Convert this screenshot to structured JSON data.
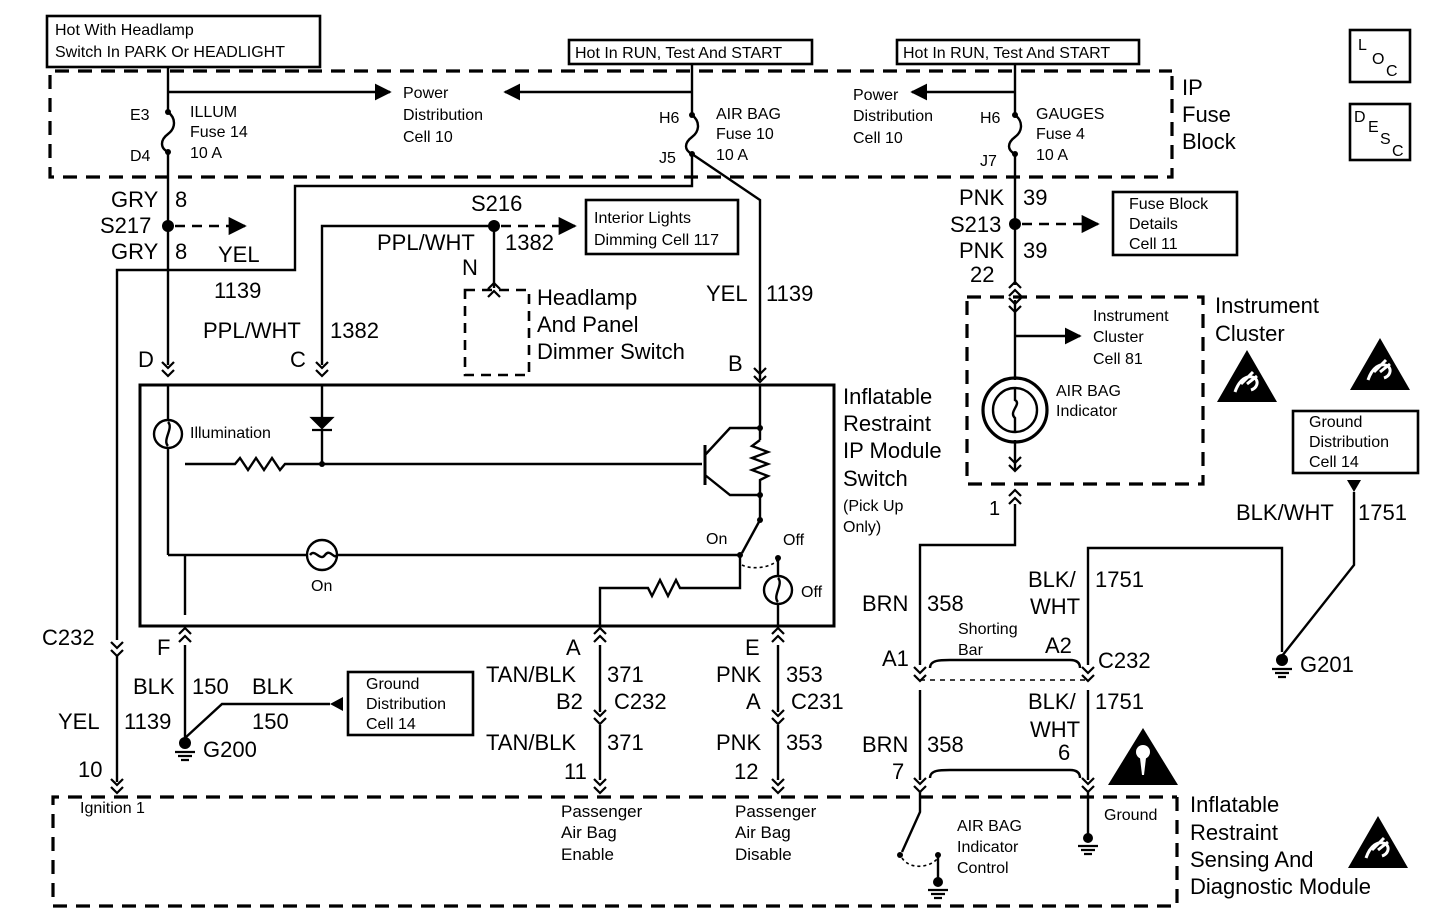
{
  "headers": {
    "hot_headlamp_1": "Hot With Headlamp",
    "hot_headlamp_2": "Switch In PARK Or HEADLIGHT",
    "hot_run_1": "Hot In RUN, Test And START",
    "hot_run_2": "Hot In RUN, Test And START"
  },
  "icons": {
    "loc": [
      "L",
      "O",
      "C"
    ],
    "desc": [
      "D",
      "E",
      "S",
      "C"
    ]
  },
  "ip_fuse_block": {
    "title": [
      "IP",
      "Fuse",
      "Block"
    ],
    "fuse_illum": {
      "pin_top": "E3",
      "pin_bottom": "D4",
      "name": "ILLUM",
      "fuse": "Fuse 14",
      "amps": "10 A"
    },
    "pdc_left": [
      "Power",
      "Distribution",
      "Cell 10"
    ],
    "fuse_airbag": {
      "pin_top": "H6",
      "pin_bottom": "J5",
      "name": "AIR BAG",
      "fuse": "Fuse 10",
      "amps": "10 A"
    },
    "pdc_right": [
      "Power",
      "Distribution",
      "Cell 10"
    ],
    "fuse_gauges": {
      "pin_top": "H6",
      "pin_bottom": "J7",
      "name": "GAUGES",
      "fuse": "Fuse 4",
      "amps": "10 A"
    }
  },
  "splices": {
    "s217": {
      "name": "S217",
      "top_color": "GRY",
      "top_circuit": "8",
      "bottom_color": "GRY",
      "bottom_circuit": "8"
    },
    "s216": {
      "name": "S216",
      "color": "PPL/WHT",
      "circuit": "1382",
      "pin": "N"
    },
    "s213": {
      "name": "S213",
      "top_color": "PNK",
      "top_circuit": "39",
      "bottom_color": "PNK",
      "bottom_circuit": "39",
      "pin": "22"
    }
  },
  "refs": {
    "interior_lights": [
      "Interior Lights",
      "Dimming Cell 117"
    ],
    "fuse_block_details": [
      "Fuse Block",
      "Details",
      "Cell 11"
    ],
    "instrument_cluster_cell": [
      "Instrument",
      "Cluster",
      "Cell 81"
    ],
    "ground_dist_left": [
      "Ground",
      "Distribution",
      "Cell 14"
    ],
    "ground_dist_right": [
      "Ground",
      "Distribution",
      "Cell 14"
    ]
  },
  "wires": {
    "yel_1139_left": {
      "color": "YEL",
      "circuit": "1139"
    },
    "ppl_wht_1382": {
      "color": "PPL/WHT",
      "circuit": "1382"
    },
    "yel_1139_right": {
      "color": "YEL",
      "circuit": "1139"
    },
    "blk_150_a": {
      "color": "BLK",
      "circuit": "150"
    },
    "blk_150_b": {
      "color": "BLK",
      "circuit": "150"
    },
    "yel_1139_bottom": {
      "color": "YEL",
      "circuit": "1139",
      "pin": "10"
    },
    "tan_blk_371_top": {
      "color": "TAN/BLK",
      "circuit": "371"
    },
    "tan_blk_371_bottom": {
      "color": "TAN/BLK",
      "circuit": "371",
      "pin": "11"
    },
    "pnk_353_top": {
      "color": "PNK",
      "circuit": "353"
    },
    "pnk_353_bottom": {
      "color": "PNK",
      "circuit": "353",
      "pin": "12"
    },
    "brn_358_top": {
      "color": "BRN",
      "circuit": "358"
    },
    "brn_358_bottom": {
      "color": "BRN",
      "circuit": "358",
      "pin": "7"
    },
    "blk_wht_1751_top": {
      "color_1": "BLK/",
      "color_2": "WHT",
      "circuit": "1751"
    },
    "blk_wht_1751_bottom": {
      "color_1": "BLK/",
      "color_2": "WHT",
      "circuit": "1751",
      "pin": "6"
    },
    "blk_wht_1751_right": {
      "color": "BLK/WHT",
      "circuit": "1751"
    }
  },
  "connectors": {
    "c232_left": "C232",
    "c232_b2": {
      "pin": "B2",
      "name": "C232"
    },
    "c231_a": {
      "pin": "A",
      "name": "C231"
    },
    "c232_right": "C232",
    "a1": "A1",
    "a2": "A2",
    "pin_d": "D",
    "pin_c": "C",
    "pin_b": "B",
    "pin_f": "F",
    "pin_a": "A",
    "pin_e": "E",
    "cluster_pin": "1"
  },
  "grounds": {
    "g200": "G200",
    "g201": "G201"
  },
  "headlamp_switch": [
    "Headlamp",
    "And Panel",
    "Dimmer Switch"
  ],
  "ip_module_switch": {
    "title": [
      "Inflatable",
      "Restraint",
      "IP Module",
      "Switch"
    ],
    "note": [
      "(Pick Up",
      "Only)"
    ],
    "illumination": "Illumination",
    "on_lamp": "On",
    "off_lamp": "Off",
    "switch_on": "On",
    "switch_off": "Off"
  },
  "instrument_cluster": {
    "title": [
      "Instrument",
      "Cluster"
    ],
    "indicator": [
      "AIR BAG",
      "Indicator"
    ]
  },
  "shorting_bar": [
    "Shorting",
    "Bar"
  ],
  "sdm": {
    "title": [
      "Inflatable",
      "Restraint",
      "Sensing And",
      "Diagnostic Module"
    ],
    "ignition": "Ignition 1",
    "pass_enable": [
      "Passenger",
      "Air Bag",
      "Enable"
    ],
    "pass_disable": [
      "Passenger",
      "Air Bag",
      "Disable"
    ],
    "indicator_control": [
      "AIR BAG",
      "Indicator",
      "Control"
    ],
    "ground": "Ground"
  }
}
